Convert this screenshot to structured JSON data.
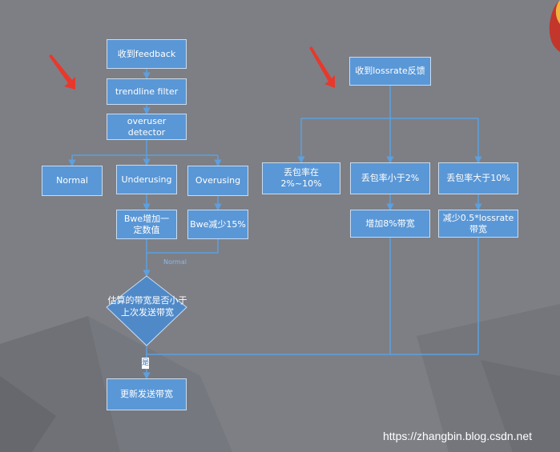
{
  "nodes": {
    "receive_feedback": "收到feedback",
    "trendline_filter": "trendline filter",
    "overuser_detector": "overuser detector",
    "normal": "Normal",
    "underusing": "Underusing",
    "overusing": "Overusing",
    "bwe_increase": "Bwe增加一定数值",
    "bwe_decrease": "Bwe减少15%",
    "decision": "估算的带宽是否小于上次发送带宽",
    "update_bandwidth": "更新发送带宽",
    "receive_lossrate": "收到lossrate反馈",
    "loss_2_10": "丢包率在2%~10%",
    "loss_lt_2": "丢包率小于2%",
    "loss_gt_10": "丢包率大于10%",
    "increase_8": "增加8%带宽",
    "decrease_lossrate": "减少0.5*lossrate带宽"
  },
  "labels": {
    "faint_branch": "Normal",
    "yes": "是"
  },
  "watermark": "https://zhangbin.blog.csdn.net",
  "colors": {
    "node_fill": "#5a97d6",
    "node_border": "#c9dcf0",
    "connector": "#5da0e0",
    "arrow": "#e8382c",
    "background": "#7d7f85"
  }
}
